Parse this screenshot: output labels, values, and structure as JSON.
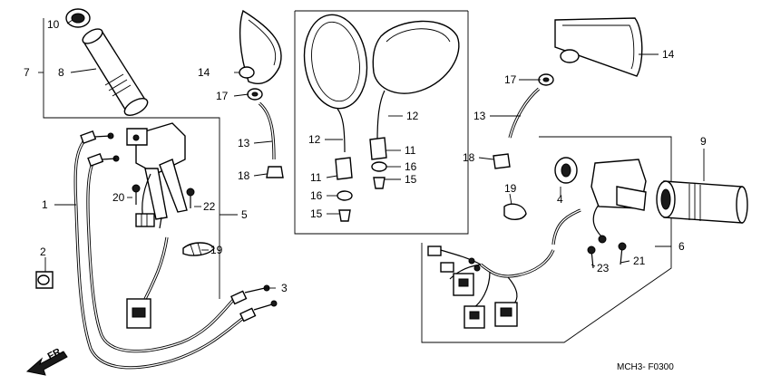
{
  "diagram": {
    "figure_code": "MCH3- F0300",
    "direction_label": "FR.",
    "callouts": [
      "1",
      "2",
      "3",
      "4",
      "5",
      "6",
      "7",
      "8",
      "9",
      "10",
      "11",
      "12",
      "13",
      "14",
      "15",
      "16",
      "17",
      "18",
      "19",
      "20",
      "21",
      "22",
      "23"
    ],
    "labels": {
      "c1": "1",
      "c2": "2",
      "c3": "3",
      "c4": "4",
      "c5": "5",
      "c6": "6",
      "c7": "7",
      "c8": "8",
      "c9": "9",
      "c10": "10",
      "c11a": "11",
      "c11b": "11",
      "c12a": "12",
      "c12b": "12",
      "c13a": "13",
      "c13b": "13",
      "c14a": "14",
      "c14b": "14",
      "c15a": "15",
      "c15b": "15",
      "c16a": "16",
      "c16b": "16",
      "c17a": "17",
      "c17b": "17",
      "c18a": "18",
      "c18b": "18",
      "c19a": "19",
      "c19b": "19",
      "c20": "20",
      "c21": "21",
      "c22": "22",
      "c23": "23"
    }
  }
}
